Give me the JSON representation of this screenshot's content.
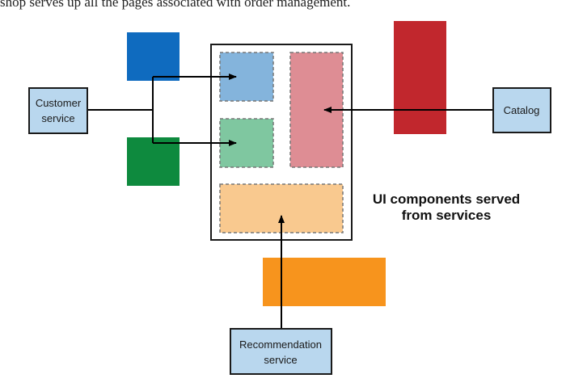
{
  "header_text": "shop serves up all the pages associated with order management.",
  "services": {
    "customer": [
      "Customer",
      "service"
    ],
    "catalog": [
      "Catalog"
    ],
    "recommendation": [
      "Recommendation",
      "service"
    ]
  },
  "caption": [
    "UI components served",
    "from services"
  ],
  "colors": {
    "blue": "#0f6bbf",
    "green": "#0e8a3e",
    "red": "#c1272d",
    "orange": "#f7941d",
    "slot_blue": "#84b4dc",
    "slot_green": "#7fc7a0",
    "slot_red": "#de8d94",
    "slot_orange": "#f9c98f",
    "service_box": "#b9d7ee"
  }
}
